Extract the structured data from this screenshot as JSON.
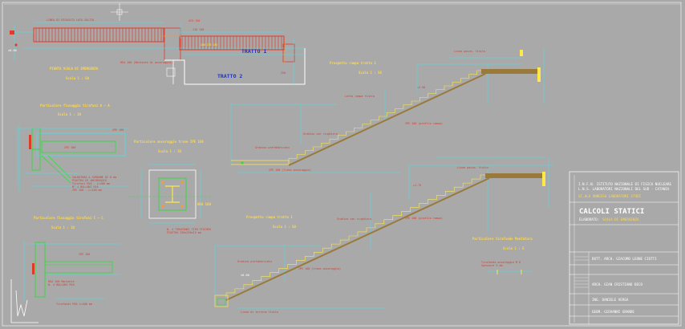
{
  "labels": {
    "tratto1": "TRATTO 1",
    "tratto2": "TRATTO 2",
    "pianta_title": "PIANTA SCALA DI EMERGENZA",
    "pianta_scale": "Scala 1 : 50",
    "prosp2_title": "Prospetto rampa tratto 2",
    "prosp2_scale": "Scala 1 : 50",
    "prosp1_title": "Prospetto rampa tratto 1",
    "prosp1_scale": "Scala 1 : 50",
    "part_aa_title": "Particolare fissaggio tirafuni A — A",
    "part_aa_scale": "Scala 1 : 10",
    "part_b_title": "Particolare ancoraggio trave IPE 160",
    "part_b_scale": "Scala 1 : 10",
    "part_cc_title": "Particolare fissaggio tirafuni C — C",
    "part_cc_scale": "Scala 1 : 10",
    "part_grad_title": "Particolare tirafondo Montatura",
    "part_grad_scale": "Scala 1 : 5",
    "hea": "HEA 160"
  },
  "title_block": {
    "org_line1": "I.N.F.N. ISTITUTO NAZIONALE DI FISICA NUCLEARE",
    "org_line2": "L.N.S. LABORATORI NAZIONALI DEL SUD - CATANIA",
    "org_line3": "SC.ALA ANNESSA LABORATORI STUDI",
    "title": "CALCOLI STATICI",
    "subtitle_prefix": "ELABORATO:",
    "subtitle_highlight": "SCALA DI EMERGENZA",
    "row1": "DOTT. ARCH. GIACOMO LEONE CIOTTI",
    "row2": "ARCH. GIAN CRISTIANO DECO",
    "row3": "ING. DANIELE VERGA",
    "row4": "GEOM. GIOVANNI GRANDE"
  },
  "colors": {
    "background": "#a9a9a9",
    "cyan": "#3ee6f0",
    "red": "#e03a2a",
    "green": "#2fdc3a",
    "orange": "#ff9a2a",
    "yellow": "#ffd84a",
    "brown": "#9a7a3a",
    "blue": "#1a2fd0"
  }
}
